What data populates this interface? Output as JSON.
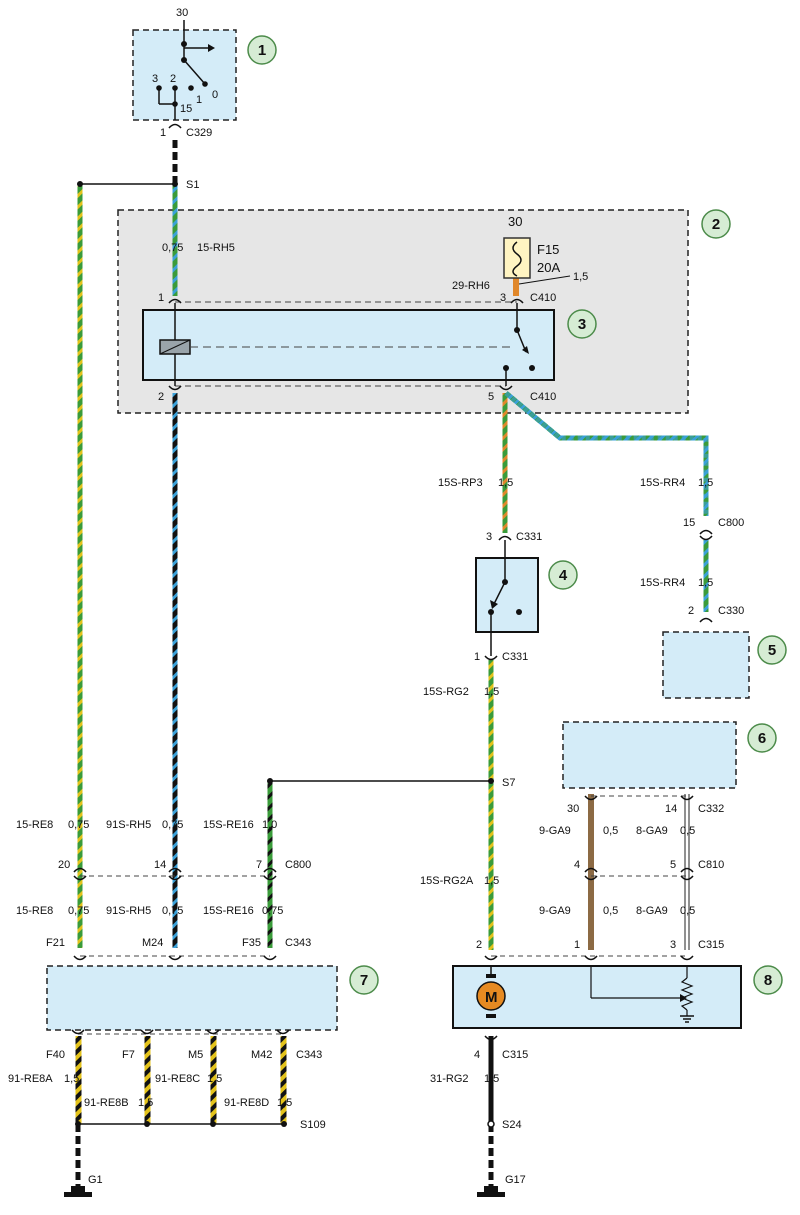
{
  "colors": {
    "box_fill": "#d4ecf8",
    "group_fill": "#e6e6e6",
    "callout_fill": "#d6ecd4",
    "callout_stroke": "#4c8b4a",
    "green": "#3a9b3a",
    "yellow": "#e3c21a",
    "blue": "#3aa0d8",
    "black": "#111111",
    "brown": "#8c6a44",
    "orange": "#e0872a",
    "motor": "#e68a22"
  },
  "callouts": [
    "1",
    "2",
    "3",
    "4",
    "5",
    "6",
    "7",
    "8"
  ],
  "switch1": {
    "top": "30",
    "p3": "3",
    "p2": "2",
    "p1": "1",
    "p0": "0",
    "p15": "15",
    "pin": "1",
    "conn": "C329"
  },
  "splices": {
    "s1": "S1",
    "s7": "S7",
    "s24": "S24",
    "s109": "S109"
  },
  "w_15rh5": {
    "size": "0,75",
    "code": "15-RH5"
  },
  "fuse": {
    "top": "30",
    "name": "F15",
    "rating": "20A",
    "wire_code": "29-RH6",
    "wire_size": "1,5"
  },
  "relay": {
    "pin1": "1",
    "pin3": "3",
    "pin2": "2",
    "pin5": "5",
    "conn_top": "C410",
    "conn_bottom": "C410"
  },
  "w_rp3": {
    "code": "15S-RP3",
    "size": "1,5"
  },
  "w_rr4a": {
    "code": "15S-RR4",
    "size": "1,5"
  },
  "c800_pin15": {
    "pin": "15",
    "conn": "C800"
  },
  "w_rr4b": {
    "code": "15S-RR4",
    "size": "1,5"
  },
  "c330": {
    "pin": "2",
    "conn": "C330"
  },
  "c331_top": {
    "pin": "3",
    "conn": "C331"
  },
  "c331_bottom": {
    "pin": "1",
    "conn": "C331"
  },
  "w_rg2": {
    "code": "15S-RG2",
    "size": "1,5"
  },
  "row_upper": [
    {
      "code": "15-RE8",
      "size": "0,75"
    },
    {
      "code": "91S-RH5",
      "size": "0,75"
    },
    {
      "code": "15S-RE16",
      "size": "1,0"
    }
  ],
  "c800_row": {
    "p20": "20",
    "p14": "14",
    "p7": "7",
    "conn": "C800"
  },
  "row_lower": [
    {
      "code": "15-RE8",
      "size": "0,75"
    },
    {
      "code": "91S-RH5",
      "size": "0,75"
    },
    {
      "code": "15S-RE16",
      "size": "0,75"
    }
  ],
  "c343_top": {
    "f21": "F21",
    "m24": "M24",
    "f35": "F35",
    "conn": "C343"
  },
  "c343_bottom": {
    "f40": "F40",
    "f7": "F7",
    "m5": "M5",
    "m42": "M42",
    "conn": "C343"
  },
  "w_re8a": {
    "code": "91-RE8A",
    "size": "1,5"
  },
  "w_re8b": {
    "code": "91-RE8B",
    "size": "1,5"
  },
  "w_re8c": {
    "code": "91-RE8C",
    "size": "1,5"
  },
  "w_re8d": {
    "code": "91-RE8D",
    "size": "1,5"
  },
  "grounds": {
    "g1": "G1",
    "g17": "G17"
  },
  "c332": {
    "p30": "30",
    "p14": "14",
    "conn": "C332"
  },
  "w_ga9a": {
    "code": "9-GA9",
    "size": "0,5"
  },
  "w_ga8a": {
    "code": "8-GA9",
    "size": "0,5"
  },
  "c810": {
    "p4": "4",
    "p5": "5",
    "conn": "C810"
  },
  "w_rg2a": {
    "code": "15S-RG2A",
    "size": "1,5"
  },
  "w_ga9b": {
    "code": "9-GA9",
    "size": "0,5"
  },
  "w_ga8b": {
    "code": "8-GA9",
    "size": "0,5"
  },
  "c315_top": {
    "p2": "2",
    "p1": "1",
    "p3": "3",
    "conn": "C315"
  },
  "motor": {
    "label": "M"
  },
  "c315_bottom": {
    "pin": "4",
    "conn": "C315"
  },
  "w_31rg2": {
    "code": "31-RG2",
    "size": "1,5"
  }
}
